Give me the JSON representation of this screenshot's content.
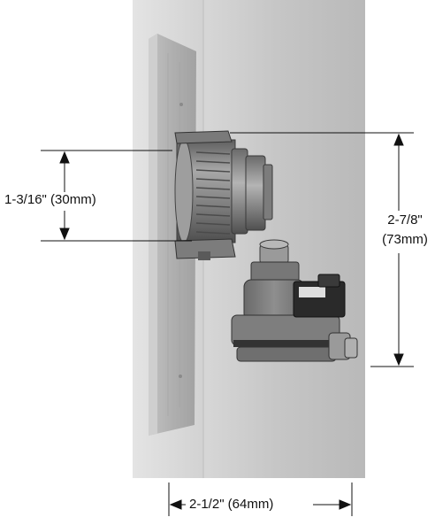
{
  "dimensions": {
    "left_height": "1-3/16\" (30mm)",
    "right_height_line1": "2-7/8\"",
    "right_height_line2": "(73mm)",
    "bottom_width": "2-1/2\" (64mm)"
  },
  "colors": {
    "background": "#ffffff",
    "wall": "#c9c9c9",
    "plate": "#b1b1b1",
    "metal": "#8c8c8c",
    "dark_metal": "#555555",
    "line": "#111111"
  }
}
